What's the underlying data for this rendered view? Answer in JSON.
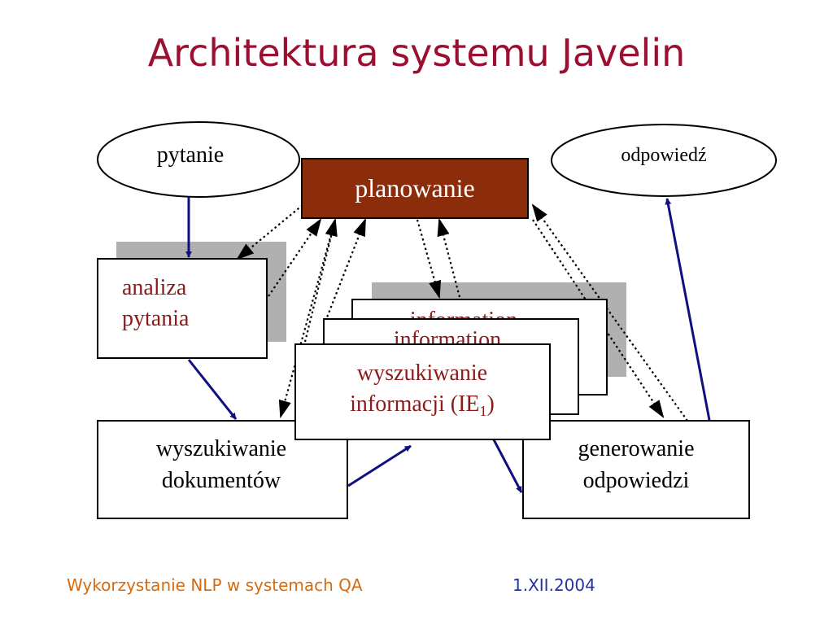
{
  "slide": {
    "title": "Architektura systemu Javelin"
  },
  "diagram": {
    "question_ellipse": "pytanie",
    "answer_ellipse": "odpowiedź",
    "planning_box": "planowanie",
    "question_analysis_box": [
      "analiza",
      "pytania"
    ],
    "document_retrieval_box": [
      "wyszukiwanie",
      "dokumentów"
    ],
    "answer_generation_box": [
      "generowanie",
      "odpowiedzi"
    ],
    "ie_back_box_partial": "information",
    "ie_middle_box_partial": "information",
    "ie_front_box": {
      "line1": "wyszukiwanie",
      "line2": "informacji (IE",
      "subscript": "1",
      "closing": ")"
    }
  },
  "colors": {
    "title": "#9b1030",
    "planning_fill": "#8b2d0b",
    "analysis_text": "#8b1a1a",
    "ie_text": "#8b1a1a",
    "arrow_blue": "#101080",
    "shadow_gray": "#b0b0b0",
    "footer_left": "#d86a0e",
    "footer_right": "#2233aa"
  },
  "footer": {
    "course": "Wykorzystanie NLP w systemach QA",
    "date": "1.XII.2004"
  }
}
